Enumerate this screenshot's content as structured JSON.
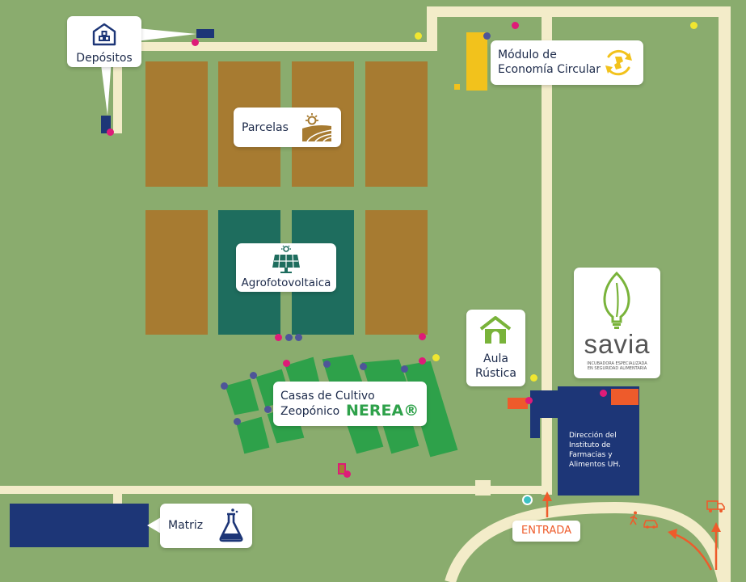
{
  "labels": {
    "depositos": "Depósitos",
    "modulo_line1": "Módulo de",
    "modulo_line2": "Economía Circular",
    "parcelas": "Parcelas",
    "agrofoto": "Agrofotovoltaica",
    "aula_line1": "Aula",
    "aula_line2": "Rústica",
    "savia_name": "savia",
    "savia_tag1": "INCUBADORA ESPECIALIZADA",
    "savia_tag2": "EN SEGURIDAD ALIMENTARIA",
    "casas_line1": "Casas de Cultivo",
    "casas_line2": "Zeopónico",
    "nerea": "NEREA®",
    "direccion_l1": "Dirección del",
    "direccion_l2": "Instituto de",
    "direccion_l3": "Farmacias y",
    "direccion_l4": "Alimentos UH.",
    "matriz": "Matriz",
    "entrada": "ENTRADA"
  },
  "colors": {
    "background": "#8aac6e",
    "road": "#f3ecc9",
    "field": "#a77b31",
    "solar": "#1e6d5e",
    "greenhouse": "#2ea14a",
    "building": "#1d3677",
    "accent_orange": "#ee5b2b",
    "marker_magenta": "#de1b78",
    "marker_blue": "#4e5598",
    "marker_yellow": "#f0e630",
    "module_yellow": "#f2c21c"
  },
  "icons": [
    "warehouse-icon",
    "recycle-icon",
    "field-sun-icon",
    "solar-panel-icon",
    "rustic-hut-icon",
    "savia-leaf-icon",
    "flask-icon",
    "truck-icon",
    "walker-icon",
    "car-icon"
  ]
}
